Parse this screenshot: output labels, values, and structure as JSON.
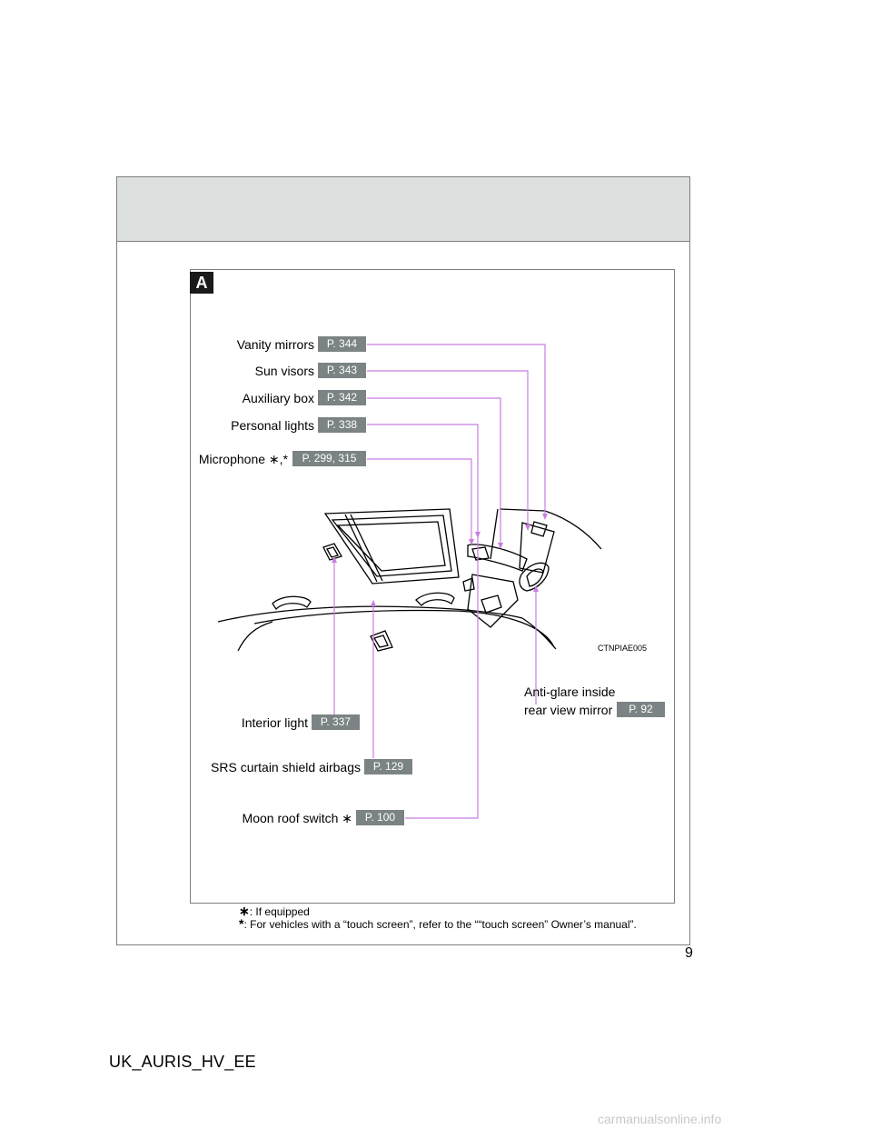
{
  "section_badge": "A",
  "callouts": {
    "vanity_mirrors": {
      "label": "Vanity mirrors",
      "page": "P. 344"
    },
    "sun_visors": {
      "label": "Sun visors",
      "page": "P. 343"
    },
    "auxiliary_box": {
      "label": "Auxiliary box",
      "page": "P. 342"
    },
    "personal_lights": {
      "label": "Personal lights",
      "page": "P. 338"
    },
    "microphone": {
      "label": "Microphone ",
      "marks": "∗,*",
      "page": "P. 299, 315"
    },
    "anti_glare_line1": "Anti-glare inside",
    "anti_glare_line2": "rear view mirror",
    "anti_glare_page": "P. 92",
    "interior_light": {
      "label": "Interior light",
      "page": "P. 337"
    },
    "srs_airbags": {
      "label": "SRS curtain shield airbags",
      "page": "P. 129"
    },
    "moon_roof_switch": {
      "label": "Moon roof switch ∗",
      "page": "P. 100"
    }
  },
  "figure_code": "CTNPIAE005",
  "footnotes": {
    "mark1": "∗",
    "text1": ": If equipped",
    "mark2": "*",
    "text2": ": For vehicles with a “touch screen”, refer to the ““touch screen” Owner’s manual”."
  },
  "page_number": "9",
  "doc_code": "UK_AURIS_HV_EE",
  "watermark": "carmanualsonline.info",
  "colors": {
    "leader": "#c77ee0",
    "tag": "#7b8385",
    "header": "#dce1e0"
  }
}
